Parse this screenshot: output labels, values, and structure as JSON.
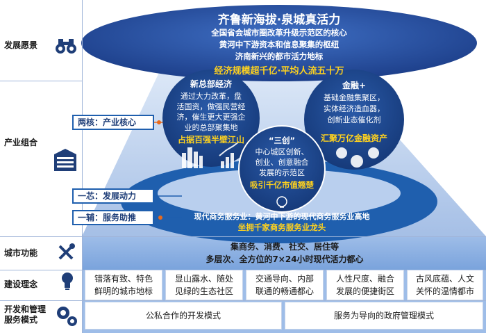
{
  "rows": {
    "vision": "发展愿景",
    "industry": "产业组合",
    "city_function": "城市功能",
    "construction": "建设理念",
    "management": "开发和管理服务模式"
  },
  "top_ellipse": {
    "title": "齐鲁新海拔·泉城真活力",
    "lines": [
      "全国省会城市圈改革升级示范区的核心",
      "黄河中下游资本和信息聚集的枢纽",
      "济南新兴的都市活力地标"
    ],
    "highlight": "经济规模超千亿·平均人流五十万"
  },
  "circle_left": {
    "title": "新总部经济",
    "lines": [
      "通过大力改革，盘",
      "活国资，做强民营经",
      "济，催生更大更强企",
      "业的总部聚集地"
    ],
    "highlight": "占据百强半壁江山"
  },
  "circle_right": {
    "title": "金融+",
    "lines": [
      "基础金融集聚区，",
      "实体经济造血器，",
      "创新业态催化剂"
    ],
    "highlight": "汇聚万亿金融资产"
  },
  "circle_center": {
    "title": "“三创”",
    "lines": [
      "中心城区创新、",
      "创业、创意融合",
      "发展的示范区"
    ],
    "highlight": "吸引千亿市值翘楚"
  },
  "left_boxes": [
    "两核：产业核心",
    "一芯：发展动力",
    "一辅：服务助推"
  ],
  "ring": {
    "line1": "现代商务服务业：黄河中下游的现代商务服务业高地",
    "highlight": "坐拥千家商务服务业龙头"
  },
  "city_function": {
    "line1": "集商务、消费、社交、居住等",
    "line2": "多层次、全方位的7×24小时现代活力都心"
  },
  "construction_cells": [
    [
      "错落有致、特色",
      "鲜明的城市地标"
    ],
    [
      "显山露水、随处",
      "见绿的生态社区"
    ],
    [
      "交通导向、内部",
      "联通的畅通都心"
    ],
    [
      "人性尺度、融合",
      "发展的便捷街区"
    ],
    [
      "古风底蕴、人文",
      "关怀的温情都市"
    ]
  ],
  "management_cells": [
    "公私合作的开发模式",
    "服务为导向的政府管理模式"
  ],
  "colors": {
    "navy": "#1f3e78",
    "blue": "#1f5fae",
    "light_blue": "#8fb3e3",
    "yellow": "#ffd21e"
  },
  "icons": [
    "binoculars-icon",
    "building-icon",
    "tools-icon",
    "lightbulb-icon",
    "gears-icon"
  ]
}
